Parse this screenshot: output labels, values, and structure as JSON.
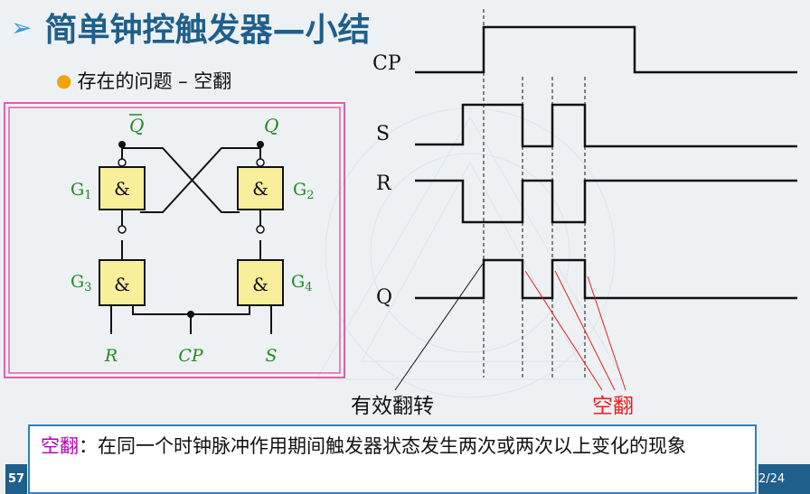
{
  "slide": {
    "title": "简单钟控触发器—小结",
    "bullet": "存在的问题 – 空翻",
    "page_left": "57",
    "page_right": "2/24",
    "colors": {
      "title": "#1f5f8b",
      "frame": "#e060a8",
      "gate_fill": "#f9ef9a",
      "red": "#e81e1e",
      "magenta": "#b300b3"
    }
  },
  "circuit": {
    "output_qbar": "Q",
    "output_q": "Q",
    "gates": [
      {
        "id": "G1",
        "letter": "G",
        "sub": "1",
        "symbol": "&"
      },
      {
        "id": "G2",
        "letter": "G",
        "sub": "2",
        "symbol": "&"
      },
      {
        "id": "G3",
        "letter": "G",
        "sub": "3",
        "symbol": "&"
      },
      {
        "id": "G4",
        "letter": "G",
        "sub": "4",
        "symbol": "&"
      }
    ],
    "inputs": {
      "r": "R",
      "cp": "CP",
      "s": "S"
    }
  },
  "timing": {
    "signals": [
      "CP",
      "S",
      "R",
      "Q"
    ],
    "effective_label": "有效翻转",
    "empty_label": "空翻"
  },
  "note": {
    "term": "空翻",
    "text": "：在同一个时钟脉冲作用期间触发器状态发生两次或两次以上变化的现象"
  }
}
